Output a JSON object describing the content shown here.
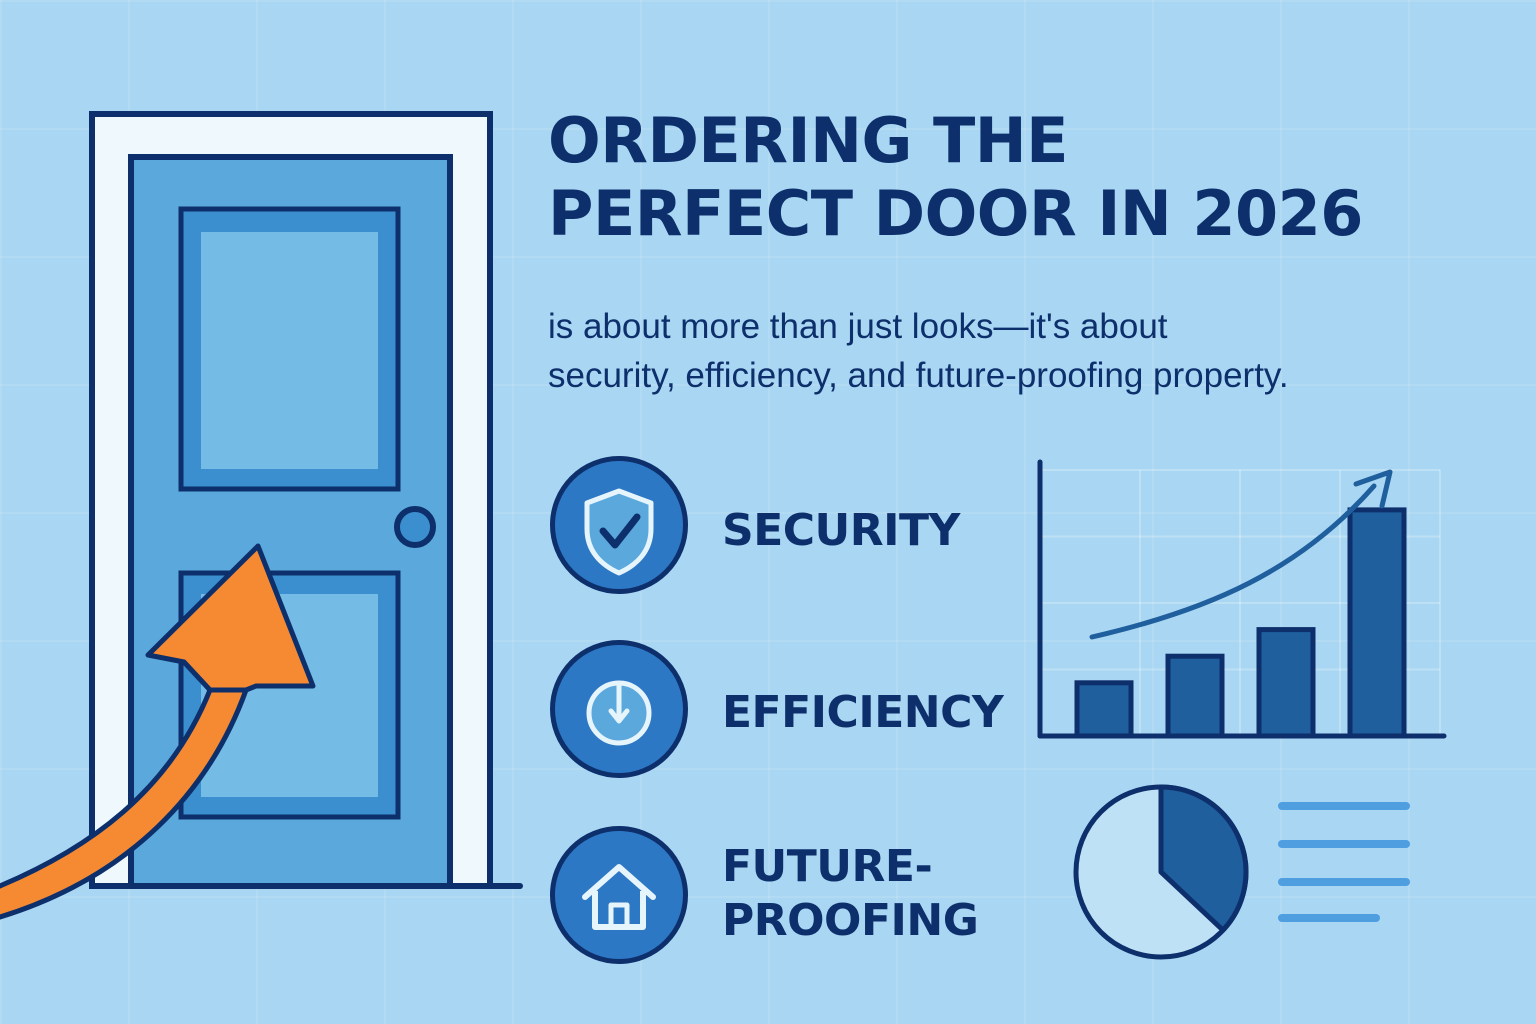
{
  "header": {
    "title_line1": "ORDERING THE",
    "title_line2": "PERFECT DOOR IN 2026",
    "subtitle_line1": "is about more than just looks—it's about",
    "subtitle_line2": "security, efficiency, and future-proofing property."
  },
  "features": [
    {
      "label": "SECURITY",
      "icon": "shield-check-icon"
    },
    {
      "label": "EFFICIENCY",
      "icon": "power-icon"
    },
    {
      "label_line1": "FUTURE-",
      "label_line2": "PROOFING",
      "icon": "house-icon"
    }
  ],
  "chart_data": [
    {
      "type": "bar",
      "values": [
        2,
        3,
        4,
        8.5
      ],
      "ylim": [
        0,
        10
      ],
      "trend_arrow": true,
      "grid": true
    },
    {
      "type": "pie",
      "values": [
        0.37,
        0.63
      ]
    }
  ],
  "colors": {
    "background": "#a9d6f2",
    "navy": "#0d2f6b",
    "door_blue": "#5aa8dc",
    "bar_blue": "#1f5f9e",
    "badge_blue": "#2d78c4",
    "arrow_orange": "#f58a33",
    "legend_line": "#4f9ee0"
  }
}
